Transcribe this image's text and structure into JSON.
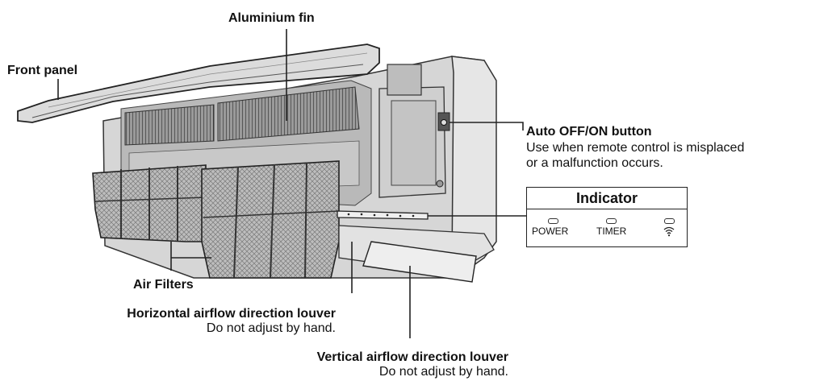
{
  "labels": {
    "aluminium_fin": "Aluminium fin",
    "front_panel": "Front panel",
    "auto_button_title": "Auto OFF/ON button",
    "auto_button_desc_1": "Use when remote control is misplaced",
    "auto_button_desc_2": "or a malfunction occurs.",
    "air_filters": "Air Filters",
    "horizontal_louver": "Horizontal airflow direction louver",
    "horizontal_louver_note": "Do not adjust by hand.",
    "vertical_louver": "Vertical airflow direction louver",
    "vertical_louver_note": "Do not adjust by hand."
  },
  "indicator": {
    "title": "Indicator",
    "power": "POWER",
    "timer": "TIMER",
    "wifi_icon": "wifi-icon"
  },
  "colors": {
    "line": "#222222",
    "body_grey": "#d9d9d9",
    "mid_grey": "#a8a8a8",
    "dark_grey": "#555555"
  }
}
